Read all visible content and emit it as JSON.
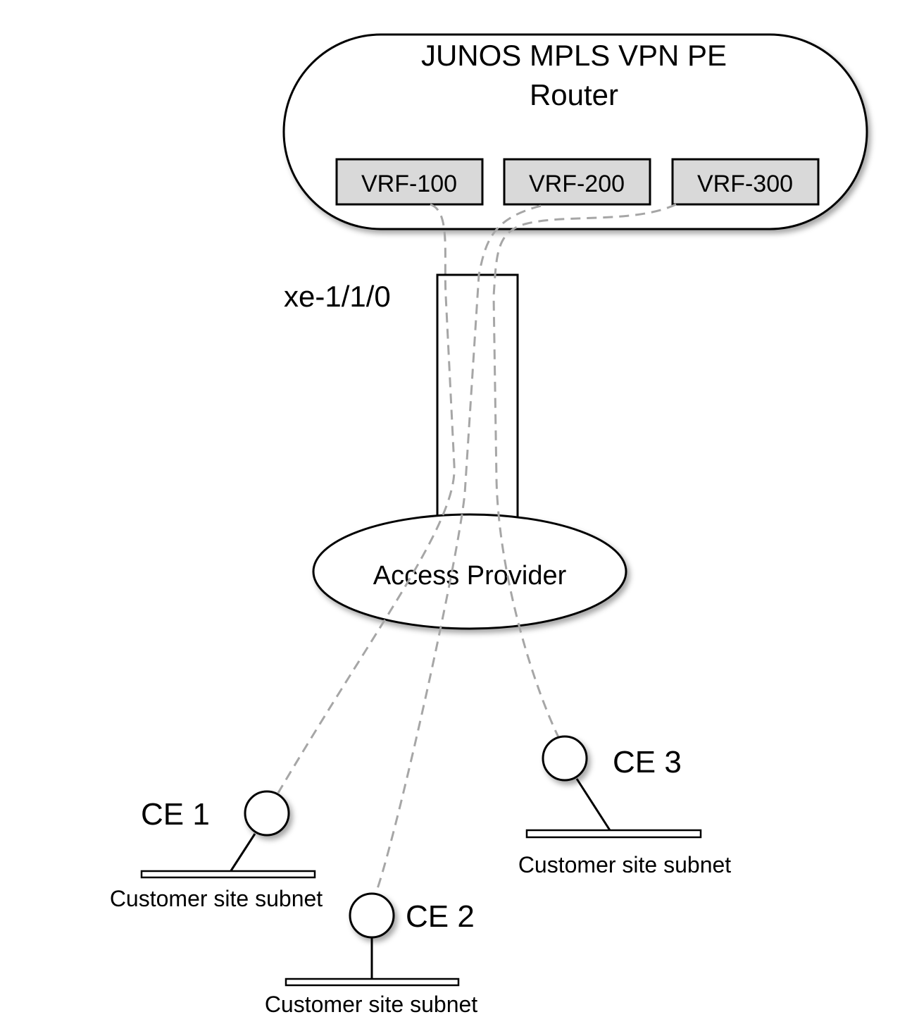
{
  "router": {
    "title_line1": "JUNOS MPLS VPN PE",
    "title_line2": "Router",
    "vrfs": [
      "VRF-100",
      "VRF-200",
      "VRF-300"
    ]
  },
  "interface": {
    "label": "xe-1/1/0"
  },
  "access_provider": {
    "label": "Access Provider"
  },
  "sites": [
    {
      "ce": "CE 1",
      "subnet": "Customer site subnet"
    },
    {
      "ce": "CE 2",
      "subnet": "Customer site subnet"
    },
    {
      "ce": "CE 3",
      "subnet": "Customer site subnet"
    }
  ],
  "colors": {
    "vrf_fill": "#d9d9d9",
    "dashed_path": "#a6a6a6",
    "stroke": "#000000"
  }
}
